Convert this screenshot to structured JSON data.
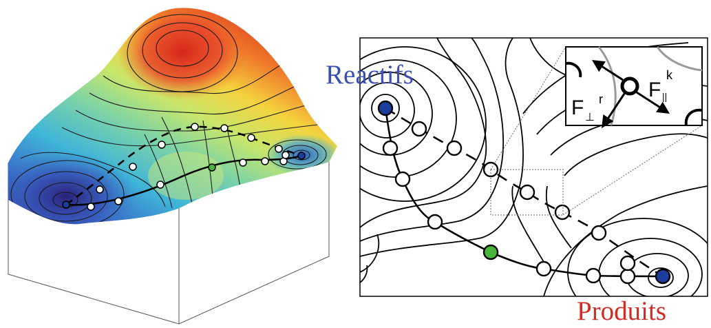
{
  "labels": {
    "reactants": "Reactifs",
    "products": "Produits"
  },
  "inset": {
    "force_parallel": "F",
    "force_parallel_sub": "||",
    "force_parallel_sup": "k",
    "force_perp": "F",
    "force_perp_sub": "⊥",
    "force_perp_sup": "r"
  },
  "colors": {
    "reactants_label": "#3a4fb4",
    "products_label": "#d22b22",
    "minimum_node": "#1d3d9c",
    "climbing_node": "#4bb43c",
    "surface_high": "#d7261b",
    "surface_low": "#3a3d9a"
  }
}
